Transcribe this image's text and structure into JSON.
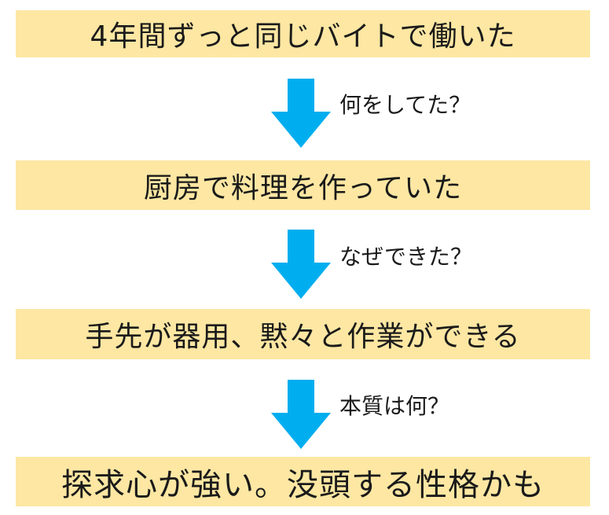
{
  "steps": [
    {
      "text": "4年間ずっと同じバイトで働いた"
    },
    {
      "text": "厨房で料理を作っていた"
    },
    {
      "text": "手先が器用、黙々と作業ができる"
    },
    {
      "text": "探求心が強い。没頭する性格かも"
    }
  ],
  "questions": [
    {
      "text": "何をしてた？"
    },
    {
      "text": "なぜできた？"
    },
    {
      "text": "本質は何？"
    }
  ],
  "colors": {
    "box_fill": "#fde7a3",
    "arrow_fill": "#00aeef",
    "text": "#1a1a1a"
  },
  "icons": {
    "arrow": "arrow-down-icon"
  }
}
